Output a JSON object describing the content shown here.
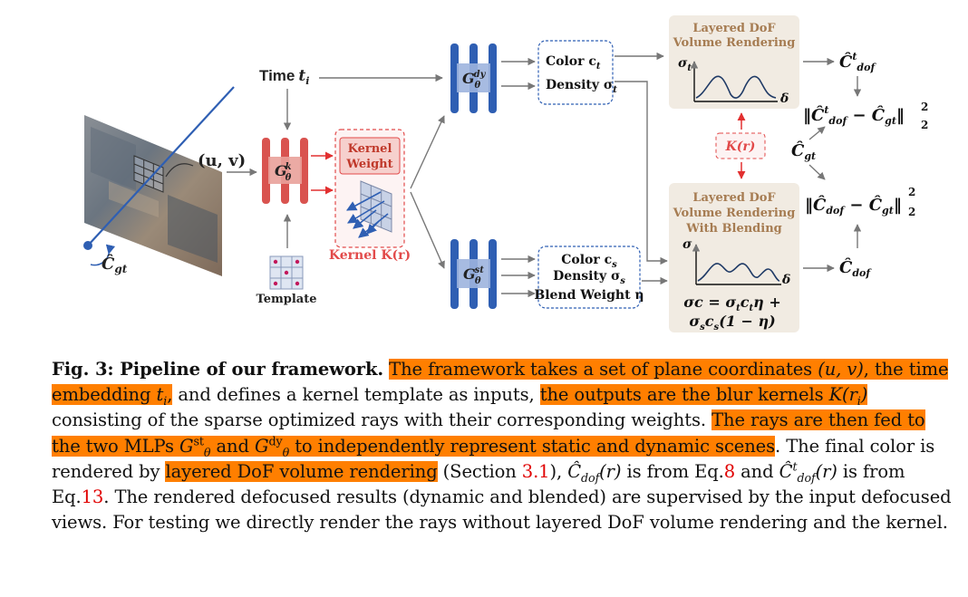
{
  "figure": {
    "time_label": "Time",
    "time_var": "t",
    "time_sub": "i",
    "uv_label": "(u, v)",
    "cgt_left": "Ĉ",
    "cgt_left_sub": "gt",
    "gk_base": "G",
    "gk_sup": "k",
    "gk_sub": "θ",
    "template_label": "Template",
    "kernel_weight_line1": "Kernel",
    "kernel_weight_line2": "Weight",
    "kernel_k_label": "Kernel K(r)",
    "gdy_base": "G",
    "gdy_sup": "dy",
    "gdy_sub": "θ",
    "gst_base": "G",
    "gst_sup": "st",
    "gst_sub": "θ",
    "dy_color": "Color c",
    "dy_color_sub": "t",
    "dy_density": "Density σ",
    "dy_density_sub": "t",
    "st_color": "Color c",
    "st_color_sub": "s",
    "st_density": "Density σ",
    "st_density_sub": "s",
    "st_blend": "Blend Weight η",
    "top_render_title1": "Layered DoF",
    "top_render_title2": "Volume Rendering",
    "bottom_render_title1": "Layered DoF",
    "bottom_render_title2": "Volume Rendering",
    "bottom_render_title3": "With Blending",
    "sigma_t_axis": "σ",
    "sigma_t_axis_sub": "t",
    "sigma_axis": "σ",
    "delta_axis": "δ",
    "blend_eq1": "σc = σ",
    "blend_eq1_sub": "t",
    "blend_eq1_b": "c",
    "blend_eq1_b_sub": "t",
    "blend_eq1_c": "η +",
    "blend_eq2": "σ",
    "blend_eq2_sub": "s",
    "blend_eq2_b": "c",
    "blend_eq2_b_sub": "s",
    "blend_eq2_c": "(1 − η)",
    "kr_mid": "K(r)",
    "out_top": "Ĉ",
    "out_top_sup": "t",
    "out_top_sub": "dof",
    "loss_top": "‖Ĉ",
    "loss_top_sup": "t",
    "loss_top_sub": "dof",
    "loss_top_mid": " − Ĉ",
    "loss_top_sub2": "gt",
    "loss_top_end": "‖",
    "loss_exp": "2",
    "loss_base": "2",
    "cgt_right": "Ĉ",
    "cgt_right_sub": "gt",
    "loss_bot": "‖Ĉ",
    "loss_bot_sub": "dof",
    "loss_bot_mid": " − Ĉ",
    "loss_bot_sub2": "gt",
    "loss_bot_end": "‖",
    "out_bot": "Ĉ",
    "out_bot_sub": "dof"
  },
  "caption": {
    "fig_label": "Fig. 3: Pipeline of our framework.",
    "s1": "The framework takes a set of plane coordinates",
    "s1b": "(u, v)",
    "s1c": ", the time embedding ",
    "s1d": "t",
    "s1d_sub": "i",
    "s1e": ",",
    "s2": " and defines a kernel template as inputs, ",
    "s3": "the outputs are the blur kernels ",
    "s3b": "K(r",
    "s3b_sub": "i",
    "s3c": ")",
    "s4": " consisting of the sparse optimized rays with their corresponding weights. ",
    "s5": "The rays are then fed to the two MLPs ",
    "s5a": "G",
    "s5a_sup": "st",
    "s5a_sub": "θ",
    "s5b": " and ",
    "s5c": "G",
    "s5c_sup": "dy",
    "s5c_sub": "θ",
    "s5d": " to independently represent static and dynamic scenes",
    "s6": ". The final color is rendered by ",
    "s7": "layered DoF volume rendering",
    "s8": " (Section ",
    "ref1": "3.1",
    "s9": "), ",
    "s9a": "Ĉ",
    "s9a_sub": "dof",
    "s9b": "(r)",
    "s9c": " is from Eq.",
    "ref2": "8",
    "s9d": " and ",
    "s9e": "Ĉ",
    "s9e_sup": "t",
    "s9e_sub": "dof",
    "s9f": "(r)",
    "s9g": " is from Eq.",
    "ref3": "13",
    "s10": ". The rendered defocused results (dynamic and blended) are supervised by the input defocused views. For testing we directly render the rays without layered DoF volume rendering and the kernel."
  },
  "colors": {
    "highlight": "#ff7f00",
    "mlp_red": "#d9534f",
    "mlp_blue": "#2f5fb3",
    "render_box": "#f1ebe2",
    "render_title": "#a67c52",
    "kernel_red": "#e24a4a",
    "ref_red": "#e00000"
  }
}
